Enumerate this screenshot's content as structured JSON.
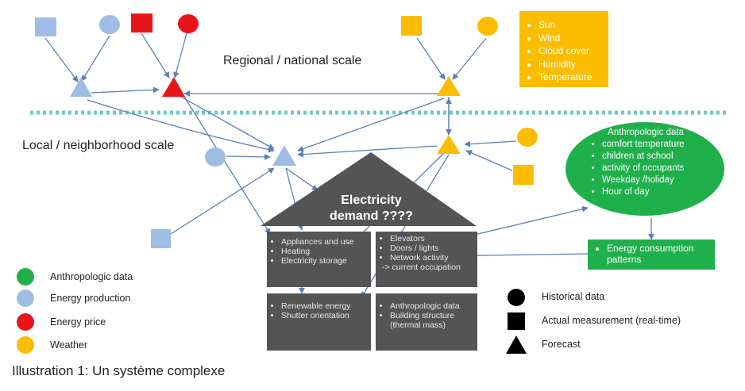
{
  "scales": {
    "regional": "Regional / national scale",
    "local": "Local / neighborhood scale"
  },
  "weather_factors": [
    "Sun",
    "Wind",
    "Cloud cover",
    "Humidity",
    "Temperature"
  ],
  "house": {
    "title_line1": "Electricity",
    "title_line2": "demand ????",
    "top_left_items": [
      "Appliances and use",
      "Heating",
      "Electricity storage"
    ],
    "top_right_items": [
      "Elevators",
      "Doors / lights",
      "Network activity"
    ],
    "top_right_extra": "-> current occupation",
    "bottom_left_items": [
      "Renewable energy",
      "Shutter orientation"
    ],
    "bottom_right_items": [
      "Anthropologic data",
      "Building structure (thermal mass)"
    ]
  },
  "anthropologic": {
    "title": "Anthropologic data",
    "items": [
      "comfort temperature",
      "children at school",
      "activity of occupants",
      "Weekday /holiday",
      "Hour of day"
    ]
  },
  "energy_patterns": "Energy consumption patterns",
  "legend_colors": [
    {
      "label": "Anthropologic data",
      "color": "#1fb04c"
    },
    {
      "label": "Energy production",
      "color": "#9fbde4"
    },
    {
      "label": "Energy price",
      "color": "#e8161b"
    },
    {
      "label": "Weather",
      "color": "#fcbd00"
    }
  ],
  "legend_shapes": [
    {
      "label": "Historical data",
      "shape": "circle"
    },
    {
      "label": "Actual measurement (real-time)",
      "shape": "square"
    },
    {
      "label": "Forecast",
      "shape": "triangle"
    }
  ],
  "caption": "Illustration 1: Un système complexe",
  "colors": {
    "blue": "#9fbde4",
    "red": "#e8161b",
    "yellow": "#fcbd00",
    "green": "#1fb04c",
    "gray": "#545454",
    "teal_dots": "#6cc9c9",
    "arrow": "#5b80b9"
  }
}
